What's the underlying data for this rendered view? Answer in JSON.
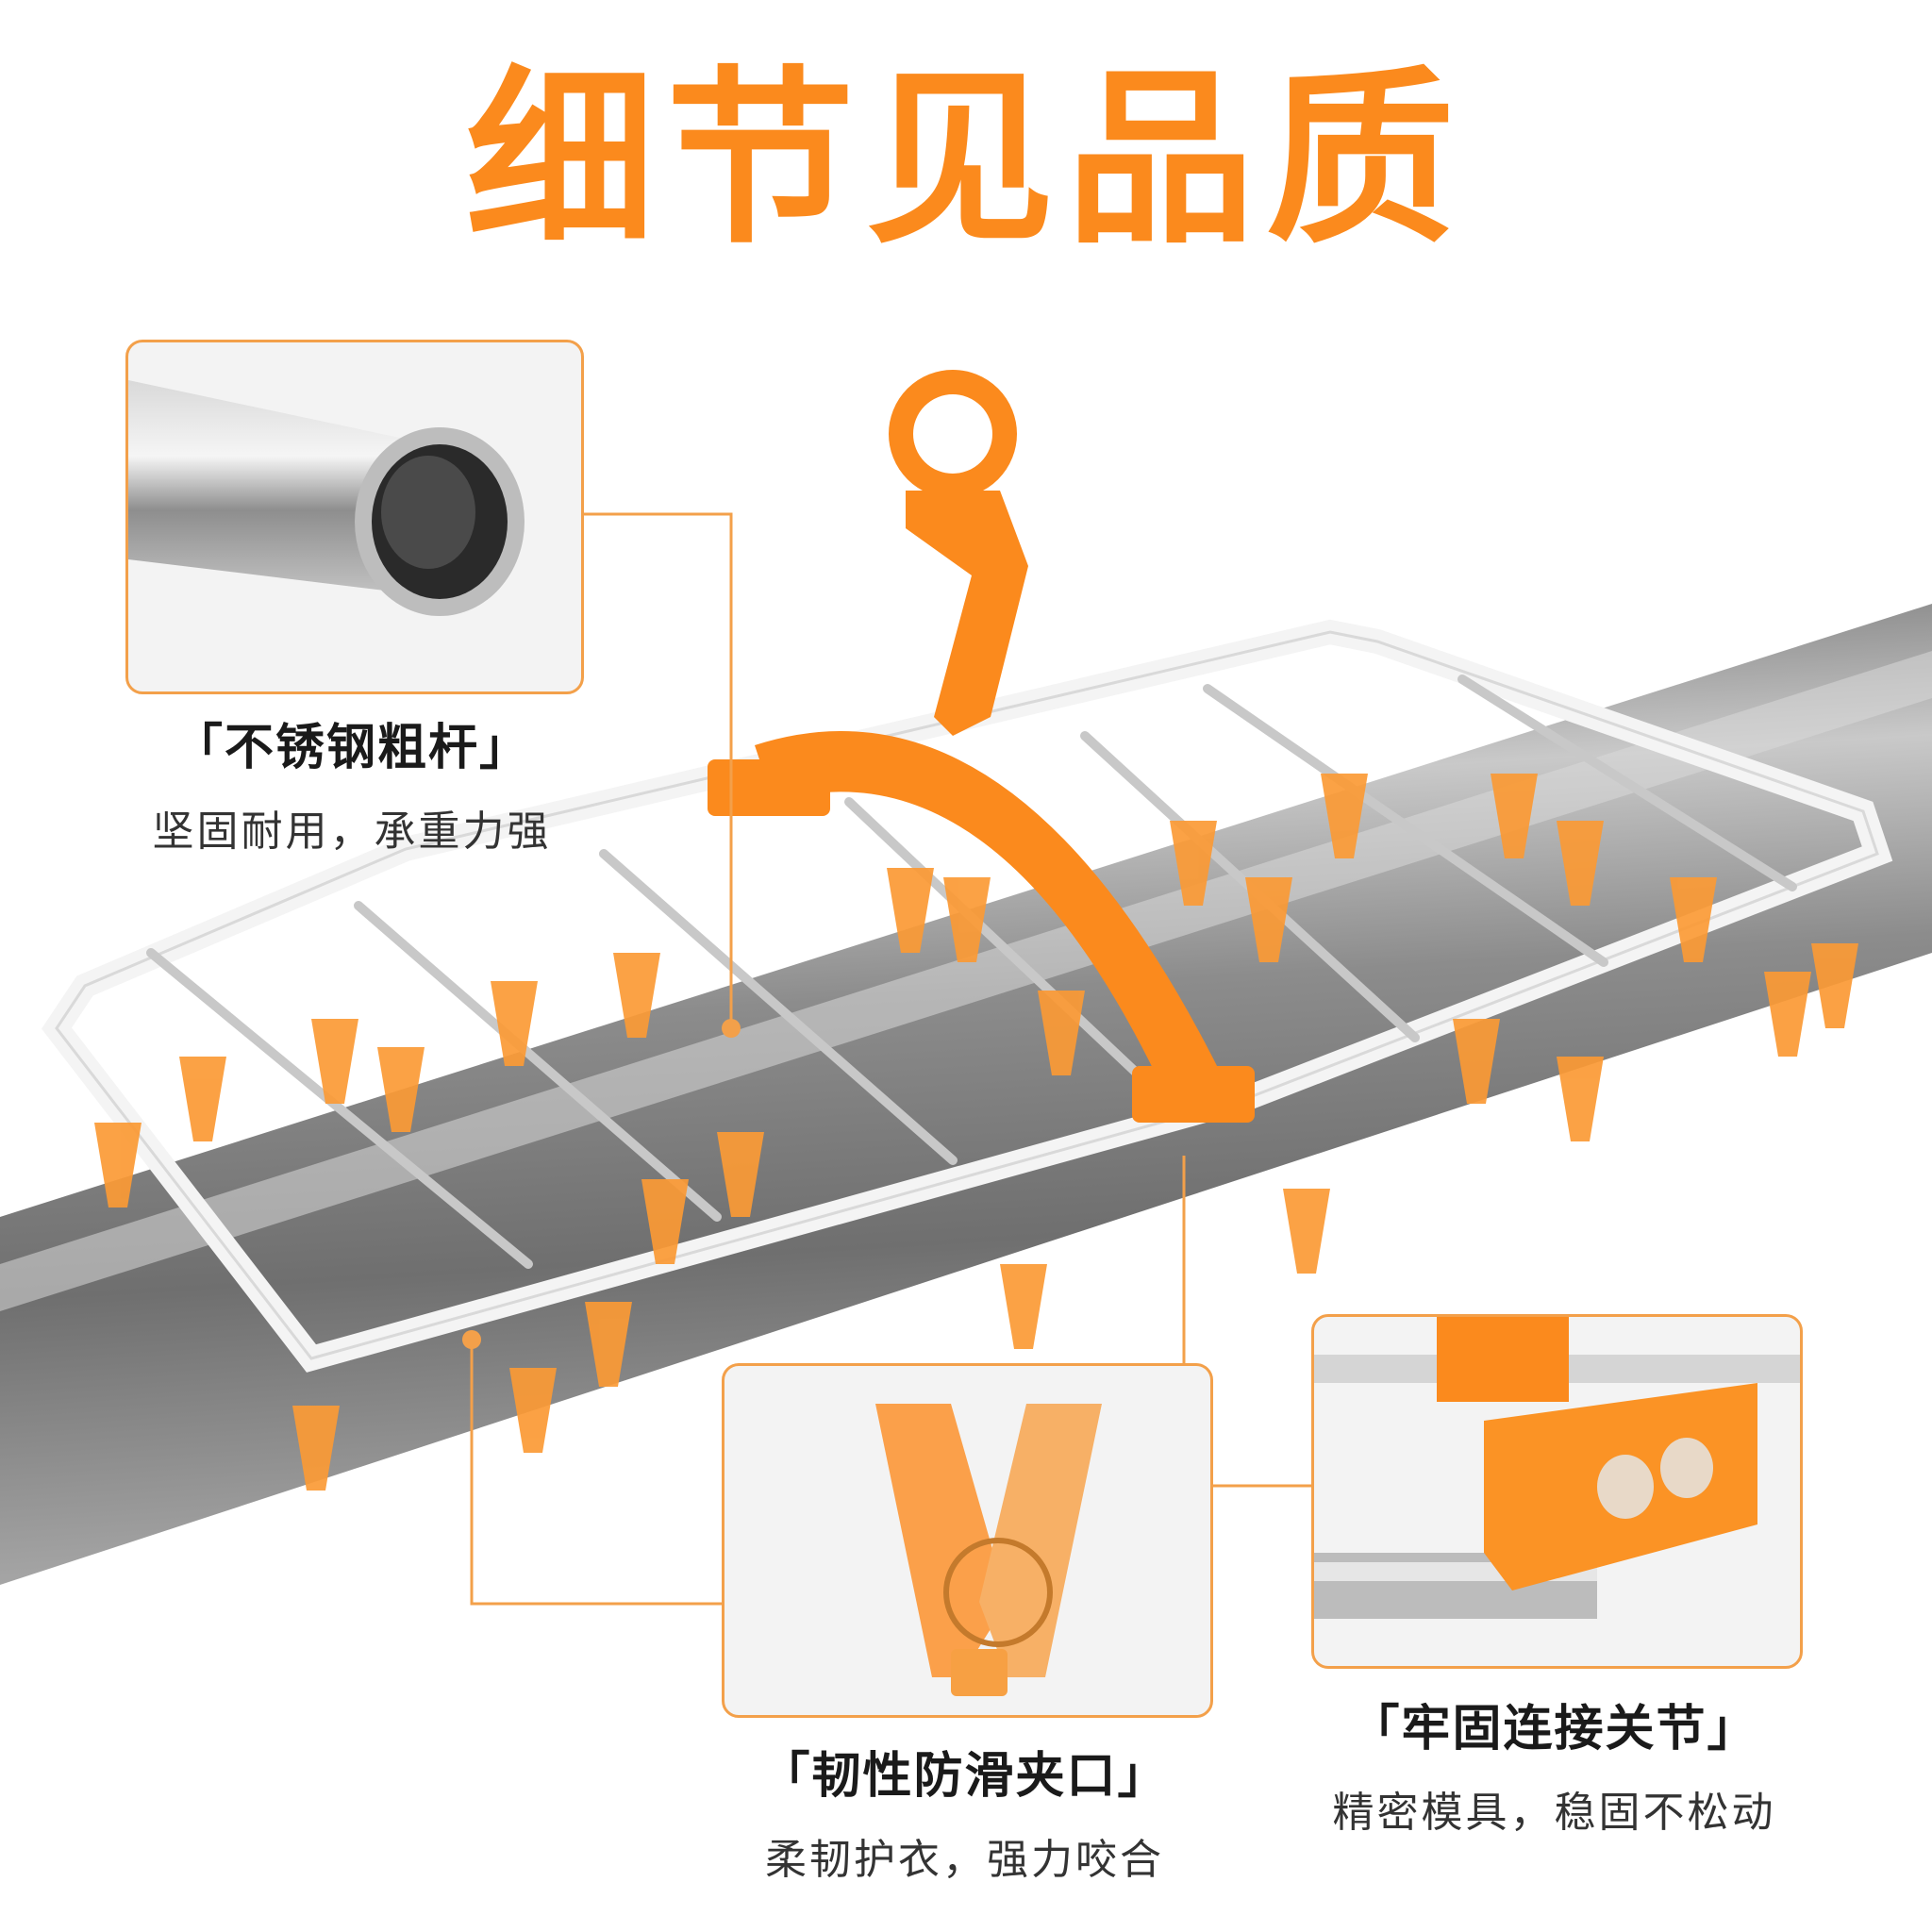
{
  "title": "细节见品质",
  "features": [
    {
      "heading": "「不锈钢粗杆」",
      "desc": "坚固耐用，承重力强"
    },
    {
      "heading": "「韧性防滑夹口」",
      "desc": "柔韧护衣，强力咬合"
    },
    {
      "heading": "「牢固连接关节」",
      "desc": "精密模具，稳固不松动"
    }
  ],
  "colors": {
    "accent": "#fb8a1d",
    "steel": "#9a9a9a",
    "frame": "#f2f2f2"
  }
}
